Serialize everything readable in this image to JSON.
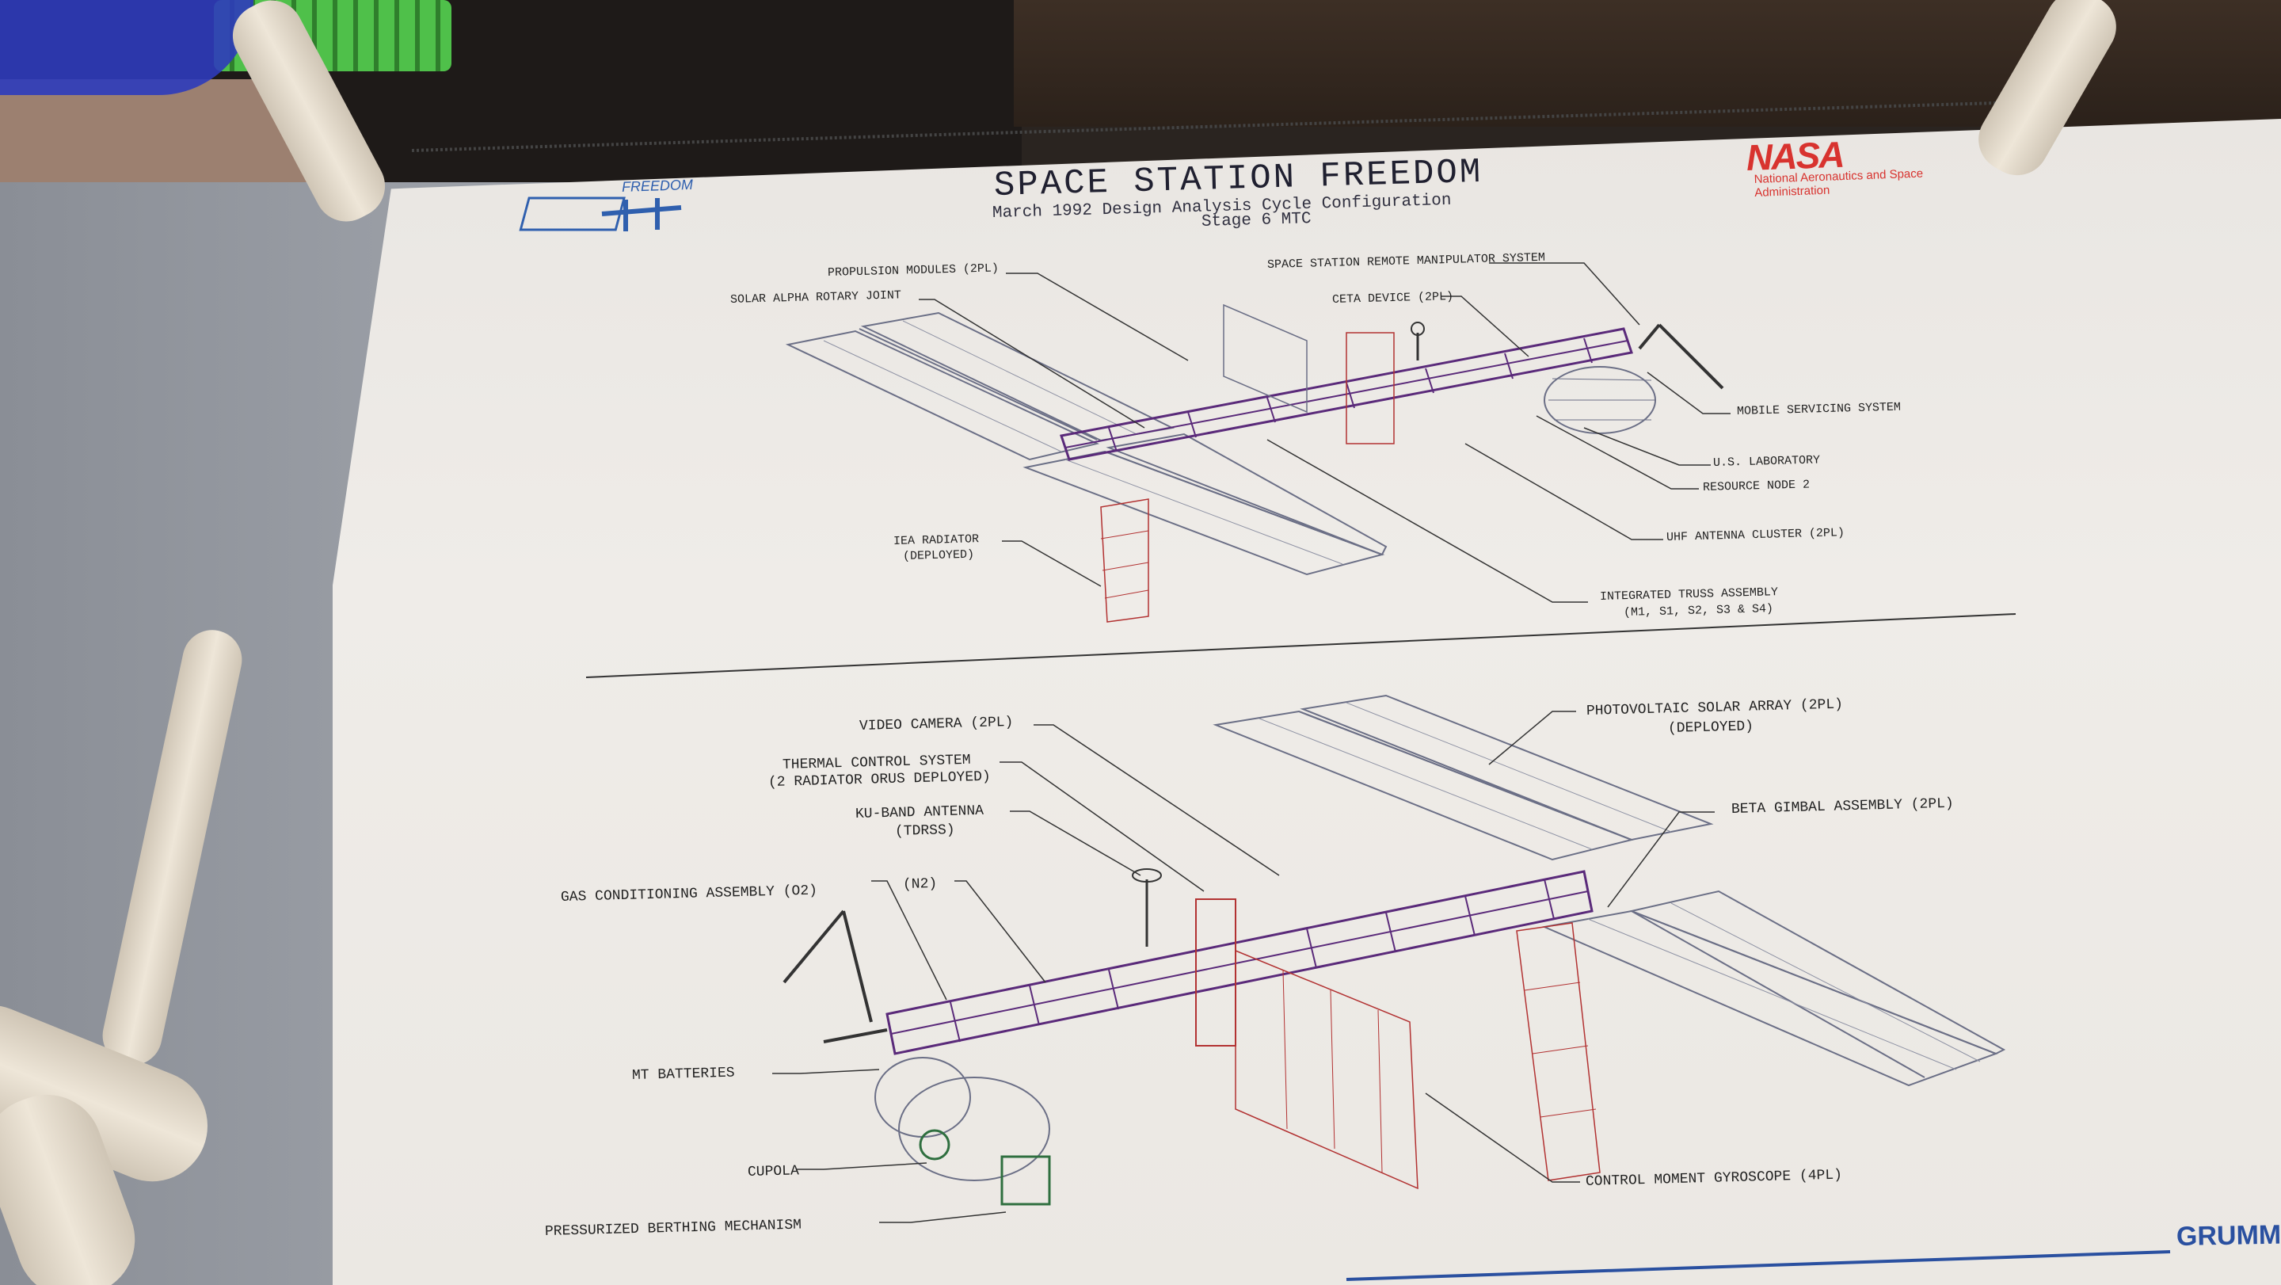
{
  "poster": {
    "title": "SPACE STATION FREEDOM",
    "subtitle": "March 1992  Design Analysis Cycle Configuration",
    "stage": "Stage 6  MTC",
    "freedom_logo_text": "FREEDOM",
    "nasa_logo_text": "NASA",
    "nasa_subtitle": "National Aeronautics and Space Administration",
    "grumman_logo_text": "GRUMMA",
    "colors": {
      "title": "#202030",
      "nasa_red": "#d8332f",
      "truss_purple": "#5a2a7a",
      "module_red": "#b23232",
      "array_gray": "#6b6f86",
      "logo_blue": "#2f5fae"
    },
    "top_view_labels": [
      "PROPULSION MODULES (2PL)",
      "SOLAR ALPHA ROTARY JOINT",
      "SPACE STATION REMOTE MANIPULATOR SYSTEM",
      "CETA DEVICE (2PL)",
      "MOBILE SERVICING SYSTEM",
      "U.S. LABORATORY",
      "RESOURCE NODE 2",
      "UHF ANTENNA CLUSTER (2PL)",
      "IEA RADIATOR",
      "(DEPLOYED)",
      "INTEGRATED TRUSS ASSEMBLY",
      "(M1, S1, S2, S3 & S4)"
    ],
    "bottom_view_labels": [
      "VIDEO CAMERA (2PL)",
      "PHOTOVOLTAIC SOLAR ARRAY (2PL)",
      "(DEPLOYED)",
      "THERMAL CONTROL SYSTEM",
      "(2 RADIATOR ORUS DEPLOYED)",
      "KU-BAND ANTENNA",
      "(TDRSS)",
      "BETA GIMBAL ASSEMBLY (2PL)",
      "GAS CONDITIONING ASSEMBLY (O2)",
      "(N2)",
      "MT BATTERIES",
      "CUPOLA",
      "PRESSURIZED BERTHING MECHANISM",
      "CONTROL MOMENT GYROSCOPE (4PL)"
    ]
  }
}
